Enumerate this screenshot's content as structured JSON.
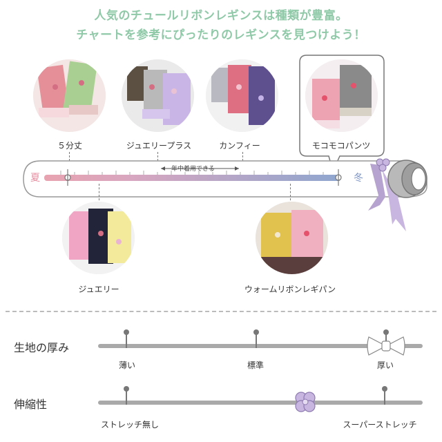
{
  "header": {
    "line1": "人気のチュールリボンレギンスは種類が豊富。",
    "line2": "チャートを参考にぴったりのレギンスを見つけよう！"
  },
  "products_top": [
    {
      "name": "５分丈"
    },
    {
      "name": "ジュエリープラス"
    },
    {
      "name": "カンフィー"
    },
    {
      "name": "モコモコパンツ"
    }
  ],
  "products_bottom": [
    {
      "name": "ジュエリー"
    },
    {
      "name": "ウォームリボンレギパン"
    }
  ],
  "season_bar": {
    "summer_label": "夏",
    "winter_label": "冬",
    "yearround_label": "年中着用できる"
  },
  "scales": {
    "thickness": {
      "title": "生地の厚み",
      "ticks": [
        "薄い",
        "標準",
        "厚い"
      ]
    },
    "stretch": {
      "title": "伸縮性",
      "ticks": [
        "ストレッチ無し",
        "スーパーストレッチ"
      ]
    }
  },
  "colors": {
    "header": "#8fc9a8",
    "summer": "#e8a3b0",
    "winter": "#8ea6cf",
    "ribbon": "#b7a3cf",
    "scale_line": "#a9a9a9"
  }
}
